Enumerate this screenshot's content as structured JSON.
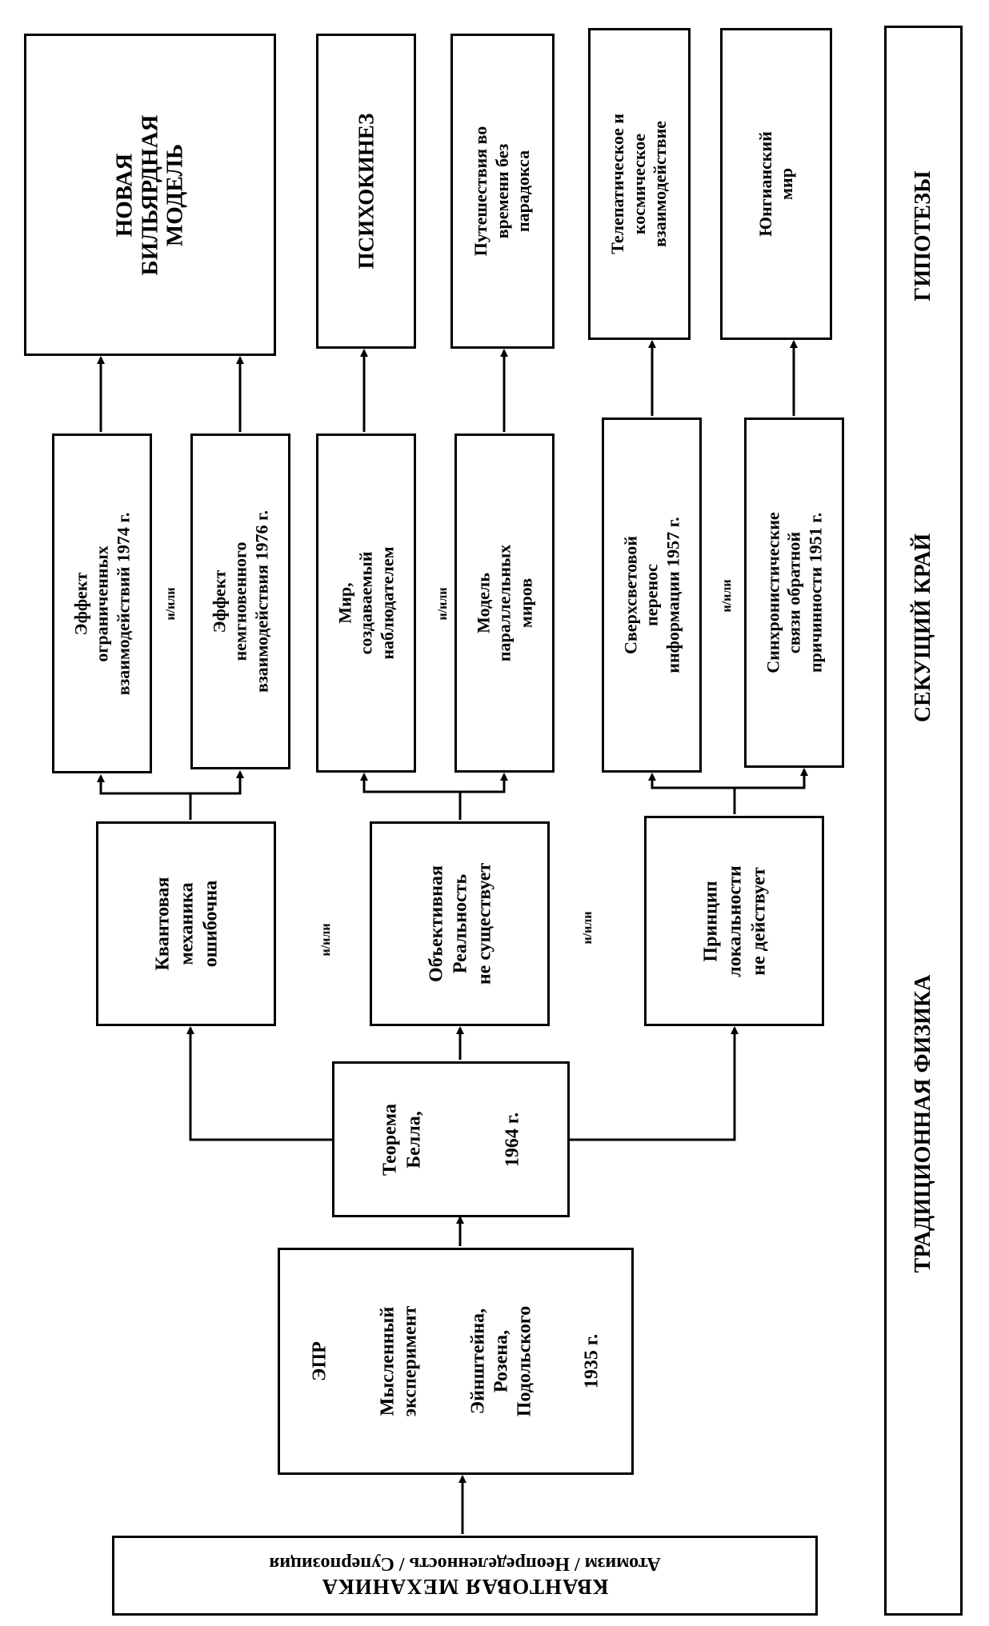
{
  "root": {
    "title": "КВАНТОВАЯ МЕХАНИКА",
    "subtitle": "Атомизм / Неопределенность / Суперпозиция"
  },
  "epr": {
    "title": "ЭПР",
    "line1": "Мысленный",
    "line2": "эксперимент",
    "line3": "Эйнштейна,",
    "line4": "Розена,",
    "line5": "Подольского",
    "year": "1935 г."
  },
  "bell": {
    "line1": "Теорема",
    "line2": "Белла,",
    "year": "1964 г."
  },
  "qm_wrong": {
    "line1": "Квантовая",
    "line2": "механика",
    "line3": "ошибочна"
  },
  "objective": {
    "line1": "Объективная",
    "line2": "Реальность",
    "line3": "не существует"
  },
  "locality": {
    "line1": "Принцип",
    "line2": "локальности",
    "line3": "не действует"
  },
  "limited": {
    "line1": "Эффект",
    "line2": "ограниченных",
    "line3": "взаимодействий 1974 г."
  },
  "instant": {
    "line1": "Эффект",
    "line2": "немгновенного",
    "line3": "взаимодействия 1976 г."
  },
  "observer": {
    "line1": "Мир,",
    "line2": "создаваемый",
    "line3": "наблюдателем"
  },
  "parallel": {
    "line1": "Модель",
    "line2": "параллельных",
    "line3": "миров"
  },
  "superluminal": {
    "line1": "Сверхсветовой",
    "line2": "перенос",
    "line3": "информации 1957 г."
  },
  "synchronistic": {
    "line1": "Синхронистические",
    "line2": "связи обратной",
    "line3": "причинности 1951 г."
  },
  "billiard": {
    "line1": "НОВАЯ",
    "line2": "БИЛЬЯРДНАЯ",
    "line3": "МОДЕЛЬ"
  },
  "psychokinesis": {
    "line1": "ПСИХОКИНЕЗ"
  },
  "time_travel": {
    "line1": "Путешествия во",
    "line2": "времени без",
    "line3": "парадокса"
  },
  "telepathic": {
    "line1": "Телепатическое и",
    "line2": "космическое",
    "line3": "взаимодействие"
  },
  "jungian": {
    "line1": "Юнгианский",
    "line2": "мир"
  },
  "andor": [
    "и/или",
    "и/или",
    "и/или",
    "и/или",
    "и/или"
  ],
  "band": {
    "traditional": "ТРАДИЦИОННАЯ ФИЗИКА",
    "cutting_edge": "СЕКУЩИЙ КРАЙ",
    "hypotheses": "ГИПОТЕЗЫ"
  }
}
